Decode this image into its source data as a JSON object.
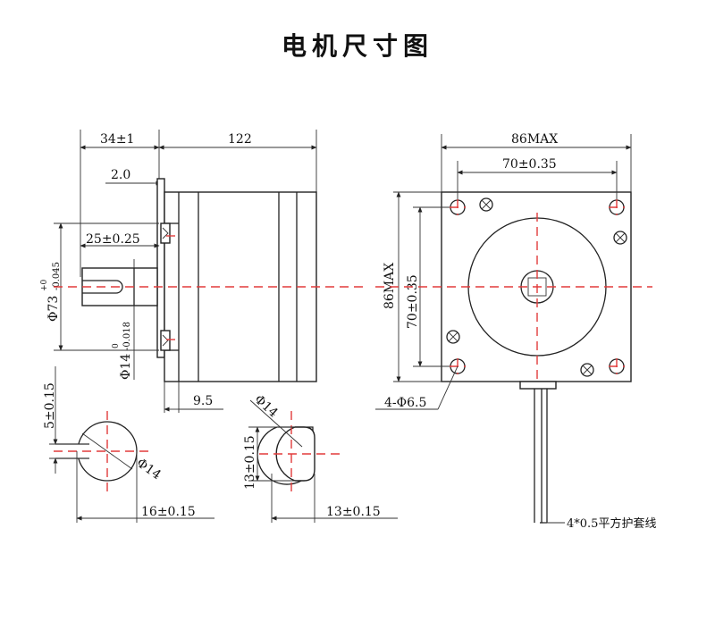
{
  "title": "电机尺寸图",
  "side_view": {
    "length_flange": "34±1",
    "length_body": "122",
    "flange_thickness": "2.0",
    "shaft_flat_length": "25±0.25",
    "pilot_diameter_main": "Φ73",
    "pilot_diameter_tol_upper": "+0",
    "pilot_diameter_tol_lower": "-0.045",
    "shaft_diameter_main": "Φ14",
    "shaft_diameter_tol_upper": "0",
    "shaft_diameter_tol_lower": "-0.018",
    "pilot_depth": "9.5"
  },
  "front_view": {
    "overall_width": "86MAX",
    "overall_height": "86MAX",
    "hole_spacing_h": "70±0.35",
    "hole_spacing_v": "70±0.35",
    "mounting_holes": "4-Φ6.5"
  },
  "shaft_section_a": {
    "key_width": "5±0.15",
    "diameter": "Φ14",
    "flat_depth": "16±0.15"
  },
  "shaft_section_b": {
    "diameter": "Φ14",
    "flat_a": "13±0.15",
    "flat_b": "13±0.15"
  },
  "cable_note": "4*0.5平方护套线"
}
